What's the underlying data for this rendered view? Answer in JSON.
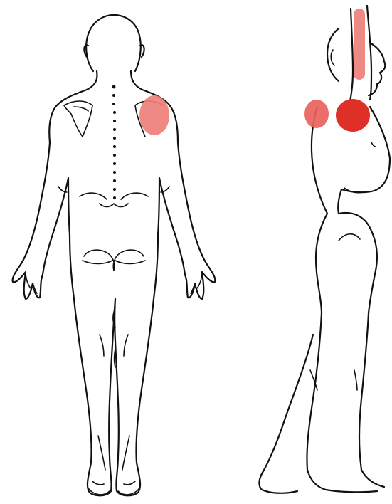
{
  "figure": {
    "views": [
      {
        "id": "posterior-view",
        "pain_zones": [
          "right-posterior-shoulder"
        ]
      },
      {
        "id": "lateral-view",
        "pain_zones": [
          "anterior-shoulder",
          "posterior-shoulder",
          "upper-arm"
        ]
      }
    ],
    "colors": {
      "outline": "#111111",
      "pain_light": "#ee7f78",
      "pain_medium": "#e9625c",
      "pain_dark": "#df3028",
      "background": "#ffffff"
    }
  }
}
